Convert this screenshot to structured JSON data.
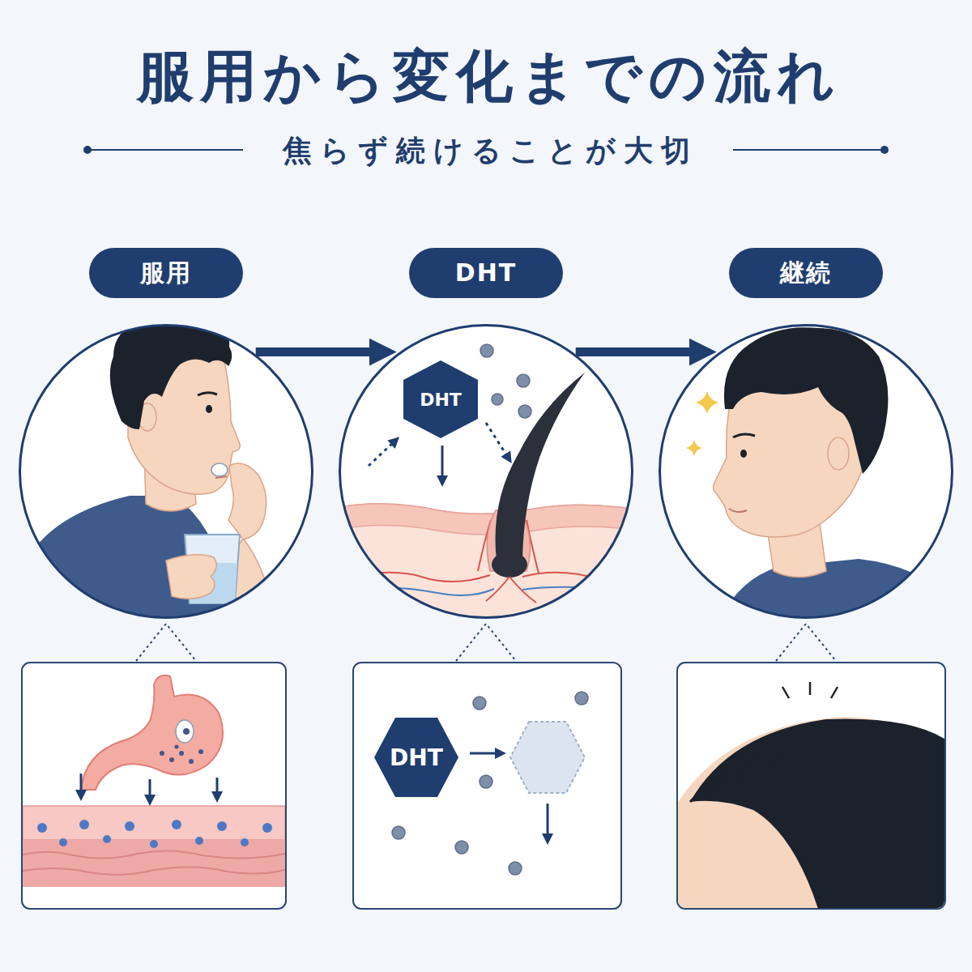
{
  "diagram": {
    "title": "服用から変化までの流れ",
    "nodes": [
      {
        "text": [
          "服用"
        ]
      },
      {
        "text": [
          "DHT"
        ]
      },
      {
        "text": [
          "DHT"
        ],
        "in": 1
      },
      {
        "text": [
          "継続"
        ]
      },
      {
        "text": [
          "DHT"
        ]
      }
    ],
    "edges": [
      {
        "from": 0,
        "to": 1,
        "arrow": "to"
      },
      {
        "from": 1,
        "to": 3,
        "arrow": "to"
      }
    ],
    "labels": [
      "焦らず続けることが大切"
    ]
  }
}
